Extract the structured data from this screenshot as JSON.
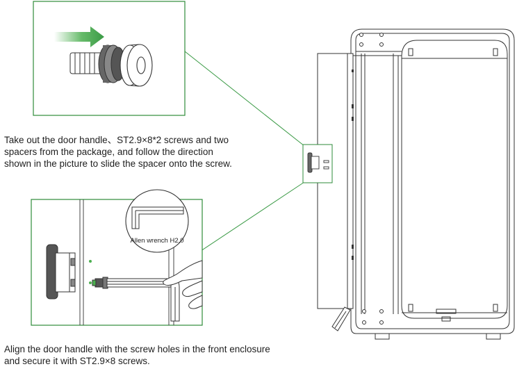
{
  "step1": {
    "lines": [
      "Take out the door handle、ST2.9×8*2 screws and two",
      "spacers from the package, and follow the direction",
      "shown in the picture to slide the spacer onto the screw."
    ]
  },
  "step2": {
    "lines": [
      "Align the door handle with the screw holes in the front enclosure",
      "and secure it with ST2.9×8 screws."
    ]
  },
  "tool_label": "Allen wrench H2.0",
  "colors": {
    "callout_green": "#2e8b3a",
    "arrow_green": "#4caf50",
    "line": "#333333",
    "part_dark": "#555555"
  }
}
